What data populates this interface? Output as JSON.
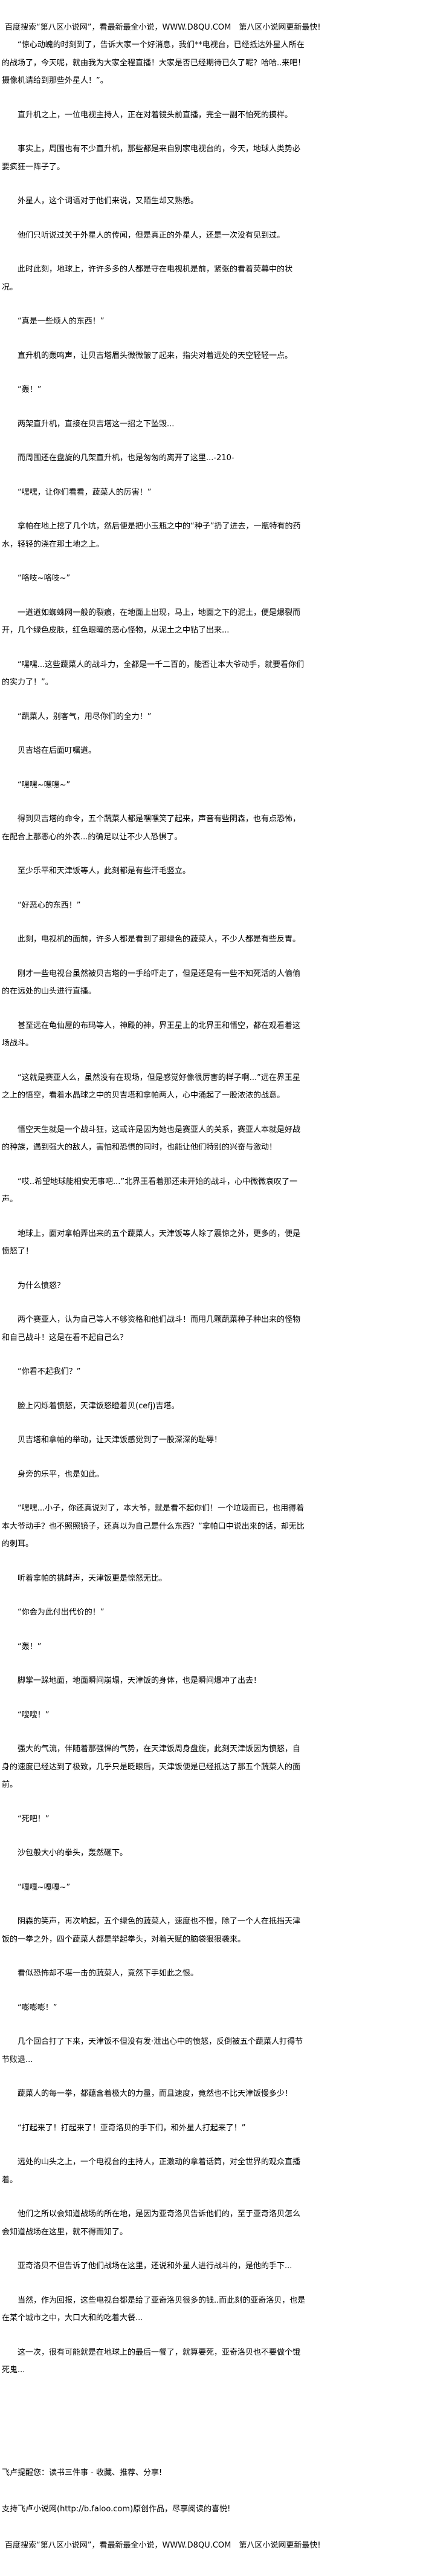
{
  "header_banner": "百度搜索“第八区小说网”，看最新最全小说，WWW.D8QU.COM　第八区小说网更新最快!",
  "paragraphs": [
    "“惊心动魄的时刻到了，告诉大家一个好消息，我们**电视台，已经抵达外星人所在的战场了，今天呢，就由我为大家全程直播！大家是否已经期待已久了呢？哈哈..来吧！摄像机请给到那些外星人！”。",
    "直升机之上，一位电视主持人，正在对着镜头前直播，完全一副不怕死的摸样。",
    "事实上，周围也有不少直升机，那些都是来自别家电视台的，今天，地球人类势必要疯狂一阵子了。",
    "外星人，这个词语对于他们来说，又陌生却又熟悉。",
    "他们只听说过关于外星人的传闻，但是真正的外星人，还是一次没有见到过。",
    "此时此刻，地球上，许许多多的人都是守在电视机是前，紧张的看着荧幕中的状况。",
    "“真是一些烦人的东西！”",
    "直升机的轰鸣声，让贝吉塔眉头微微皱了起来，指尖对着远处的天空轻轻一点。",
    "“轰！”",
    "两架直升机，直接在贝吉塔这一招之下坠毁...",
    "而周围还在盘旋的几架直升机，也是匆匆的离开了这里...-210-",
    "“嘿嘿，让你们看看，蔬菜人的厉害！”",
    "拿帕在地上挖了几个坑，然后便是把小玉瓶之中的“种子”扔了进去，一瓶特有的药水，轻轻的浇在那土地之上。",
    "“咯吱~咯吱~”",
    "一道道如蜘蛛网一般的裂痕，在地面上出现，马上，地面之下的泥土，便是爆裂而开，几个绿色皮肤，红色眼瞳的恶心怪物，从泥土之中钻了出来...",
    "“嘿嘿...这些蔬菜人的战斗力，全都是一千二百的，能否让本大爷动手，就要看你们的实力了！”。",
    "“蔬菜人，别客气，用尽你们的全力！”",
    "贝吉塔在后面叮嘱道。",
    "“嘿嘿~嘿嘿~”",
    "得到贝吉塔的命令，五个蔬菜人都是嘿嘿笑了起来，声音有些阴森，也有点恐怖，在配合上那恶心的外表...的确足以让不少人恐惧了。",
    "至少乐平和天津饭等人，此刻都是有些汗毛竖立。",
    "“好恶心的东西！”",
    "此刻，电视机的面前，许多人都是看到了那绿色的蔬菜人，不少人都是有些反胃。",
    "刚才一些电视台虽然被贝吉塔的一手给吓走了，但是还是有一些不知死活的人偷偷的在远处的山头进行直播。",
    "甚至远在龟仙屋的布玛等人，神殿的神，界王星上的北界王和悟空，都在观看着这场战斗。",
    "“这就是赛亚人么，虽然没有在现场，但是感觉好像很厉害的样子啊...”远在界王星之上的悟空，看着水晶球之中的贝吉塔和拿帕两人，心中涌起了一股浓浓的战意。",
    "悟空天生就是一个战斗狂，这或许是因为她也是赛亚人的关系，赛亚人本就是好战的种族，遇到强大的敌人，害怕和恐惧的同时，也能让他们特别的兴奋与激动！",
    "“哎..希望地球能相安无事吧...”北界王看着那还未开始的战斗，心中微微哀叹了一声。",
    "地球上，面对拿帕弄出来的五个蔬菜人，天津饭等人除了震惊之外，更多的，便是愤怒了！",
    "为什么愤怒？",
    "两个赛亚人，认为自己等人不够资格和他们战斗！而用几颗蔬菜种子种出来的怪物和自己战斗！这是在看不起自己么？",
    "“你看不起我们？”",
    "脸上闪烁着愤怒，天津饭怒瞪着贝(cefj)吉塔。",
    "贝吉塔和拿帕的举动，让天津饭感觉到了一股深深的耻辱！",
    "身旁的乐平，也是如此。",
    "“嘿嘿...小子，你还真说对了，本大爷，就是看不起你们！一个垃圾而已，也用得着本大爷动手？也不照照镜子，还真以为自己是什么东西？”拿帕口中说出来的话，却无比的刺耳。",
    "听着拿帕的挑衅声，天津饭更是惊怒无比。",
    "“你会为此付出代价的！”",
    "“轰！”",
    "脚掌一跺地面，地面瞬间崩塌，天津饭的身体，也是瞬间爆冲了出去！",
    "“嗖嗖！”",
    "强大的气流，伴随着那强悍的气势，在天津饭周身盘旋，此刻天津饭因为愤怒，自身的速度已经达到了极致，几乎只是眨眼后，天津饭便是已经抵达了那五个蔬菜人的面前。",
    "“死吧！”",
    "沙包般大小的拳头，轰然砸下。",
    "“嘎嘎~嘎嘎~”",
    "阴森的笑声，再次响起，五个绿色的蔬菜人，速度也不慢，除了一个人在抵挡天津饭的一拳之外，四个蔬菜人都是举起拳头，对着天赋的脑袋狠狠袭来。",
    "看似恐怖却不堪一击的蔬菜人，竟然下手如此之恨。",
    "“嘭嘭嘭！”",
    "几个回合打了下来，天津饭不但没有发·泄出心中的愤怒，反倒被五个蔬菜人打得节节败退...",
    "蔬菜人的每一拳，都蕴含着极大的力量，而且速度，竟然也不比天津饭慢多少！",
    "“打起来了！打起来了！亚奇洛贝的手下们，和外星人打起来了！”",
    "远处的山头之上，一个电视台的主持人，正激动的拿着话筒，对全世界的观众直播着。",
    "他们之所以会知道战场的所在地，是因为亚奇洛贝告诉他们的，至于亚奇洛贝怎么会知道战场在这里，就不得而知了。",
    "亚奇洛贝不但告诉了他们战场在这里，还说和外星人进行战斗的，是他的手下...",
    "当然，作为回报，这些电视台都是给了亚奇洛贝很多的钱..而此刻的亚奇洛贝，也是在某个城市之中，大口大和的吃着大餐...",
    "这一次，很有可能就是在地球上的最后一餐了，就算要死，亚奇洛贝也不要做个饿死鬼..."
  ],
  "footer": {
    "reminder": "飞卢提醒您：读书三件事 - 收藏、推荐、分享!",
    "support": "支持飞卢小说网(http://b.faloo.com)原创作品，尽享阅读的喜悦!",
    "banner": "百度搜索“第八区小说网”，看最新最全小说，WWW.D8QU.COM　第八区小说网更新最快!"
  }
}
